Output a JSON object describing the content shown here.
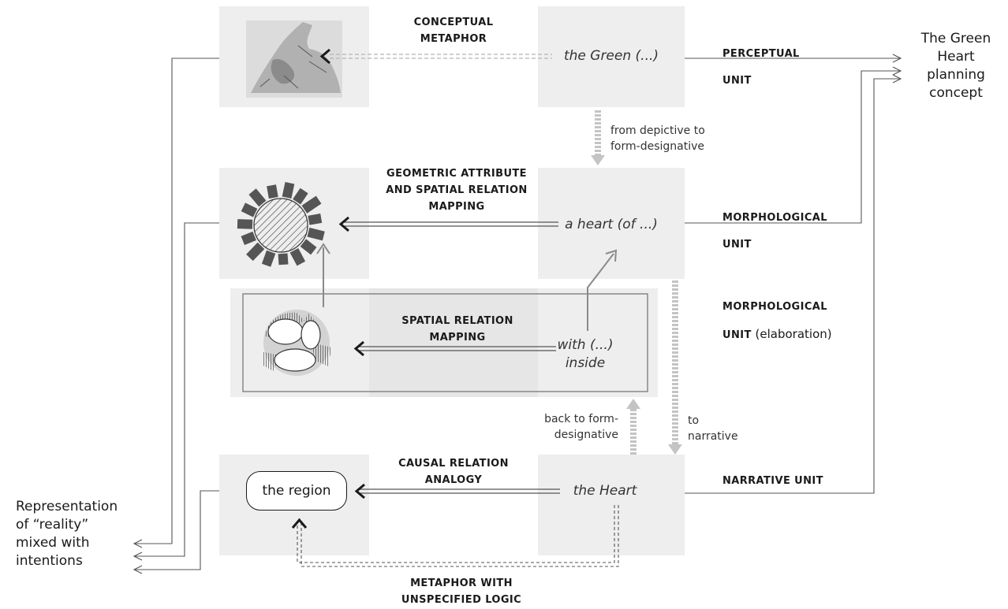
{
  "terms": {
    "green": "the Green (...)",
    "heart_of": "a heart (of ...)",
    "with_inside": "with (...)\ninside",
    "the_heart": "the Heart"
  },
  "mappings": {
    "conceptual_metaphor": "CONCEPTUAL\nMETAPHOR",
    "geometric": "GEOMETRIC ATTRIBUTE\nAND SPATIAL RELATION\nMAPPING",
    "spatial": "SPATIAL RELATION\nMAPPING",
    "causal": "CAUSAL RELATION\nANALOGY",
    "metaphor_unspecified": "METAPHOR WITH\nUNSPECIFIED LOGIC"
  },
  "units": {
    "perceptual": "PERCEPTUAL\nUNIT",
    "morphological": "MORPHOLOGICAL\nUNIT",
    "morphological_elab_title": "MORPHOLOGICAL",
    "morphological_elab_unit": "UNIT",
    "morphological_elab_suffix": " (elaboration)",
    "narrative": "NARRATIVE UNIT"
  },
  "transitions": {
    "depictive": "from depictive to\nform-designative",
    "back": "back to form-\ndesignative",
    "to_narrative": "to\nnarrative"
  },
  "concept_title": "The Green\nHeart\nplanning\nconcept",
  "representation": "Representation\nof “reality”\nmixed with\nintentions",
  "region_label": "the region",
  "icons": [
    "map-image",
    "radial-heart-icon",
    "enclosed-spaces-icon"
  ],
  "colors": {
    "box_fill": "#eeeeee",
    "line": "#555555",
    "dashed_gray": "#c4c4c4",
    "arrow_head": "#1a1a1a"
  }
}
